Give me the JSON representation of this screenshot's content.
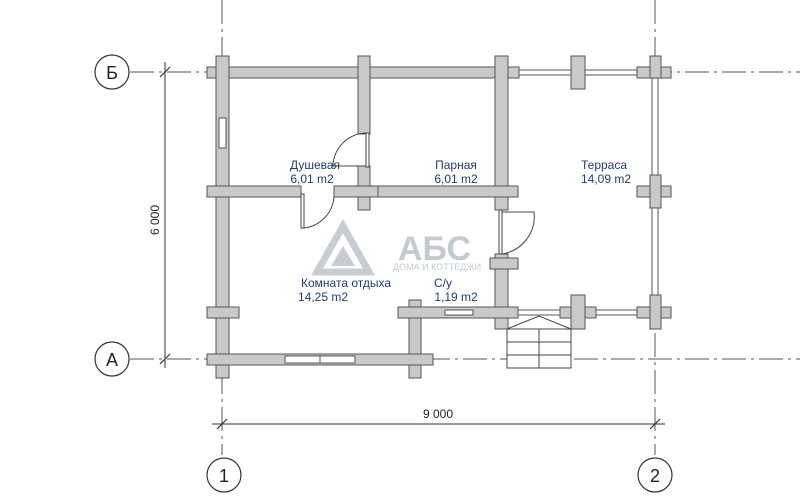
{
  "rooms": [
    {
      "name": "Душевая",
      "area": "6,01 m2"
    },
    {
      "name": "Парная",
      "area": "6,01 m2"
    },
    {
      "name": "Терраса",
      "area": "14,09 m2"
    },
    {
      "name": "Комната отдыха",
      "area": "14,25 m2"
    },
    {
      "name": "С/у",
      "area": "1,19 m2"
    }
  ],
  "dimensions": {
    "vertical": "6 000",
    "horizontal": "9 000"
  },
  "axes": {
    "row_top": "Б",
    "row_bottom": "А",
    "col_left": "1",
    "col_right": "2"
  },
  "watermark": {
    "brand": "АБС",
    "tagline": "ДОМА И КОТТЕДЖИ"
  }
}
